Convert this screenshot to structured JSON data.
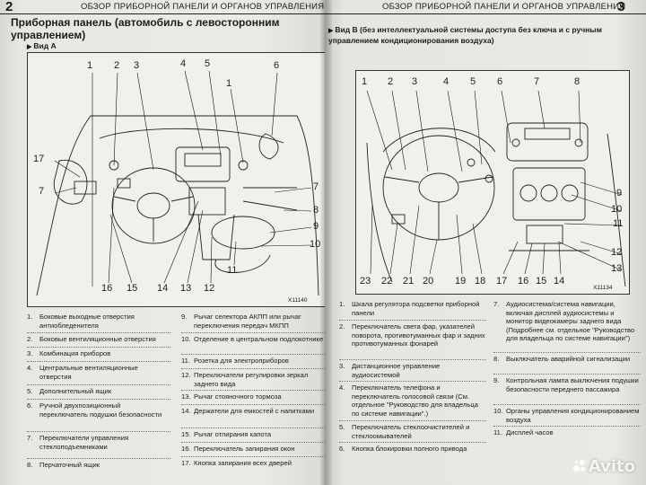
{
  "left_page": {
    "page_number": "2",
    "header": "ОБЗОР ПРИБОРНОЙ ПАНЕЛИ И ОРГАНОВ УПРАВЛЕНИЯ",
    "title": "Приборная панель (автомобиль с левосторонним управлением)",
    "view_label": "Вид А",
    "diagram_code": "X11140",
    "callouts": [
      "1",
      "2",
      "3",
      "4",
      "5",
      "1",
      "6",
      "17",
      "7",
      "16",
      "15",
      "14",
      "13",
      "12",
      "11",
      "7",
      "8",
      "9",
      "10"
    ],
    "items": [
      {
        "num": "1.",
        "text": "Боковые выходные отверстия антиобледенителя"
      },
      {
        "num": "2.",
        "text": "Боковые вентиляционные отверстия"
      },
      {
        "num": "3.",
        "text": "Комбинация приборов"
      },
      {
        "num": "4.",
        "text": "Центральные вентиляционные отверстия"
      },
      {
        "num": "5.",
        "text": "Дополнительный ящик"
      },
      {
        "num": "6.",
        "text": "Ручной двухпозиционный переключатель подушки безопасности"
      },
      {
        "num": "7.",
        "text": "Переключатели управления стеклоподъемниками"
      },
      {
        "num": "8.",
        "text": "Перчаточный ящик"
      },
      {
        "num": "9.",
        "text": "Рычаг селектора АКПП или рычаг переключения передач МКПП"
      },
      {
        "num": "10.",
        "text": "Отделение в центральном подлокотнике"
      },
      {
        "num": "11.",
        "text": "Розетка для электроприборов"
      },
      {
        "num": "12.",
        "text": "Переключатели регулировки зеркал заднего вида"
      },
      {
        "num": "13.",
        "text": "Рычаг стояночного тормоза"
      },
      {
        "num": "14.",
        "text": "Держатели для емкостей с напитками"
      },
      {
        "num": "15.",
        "text": "Рычаг отпирания капота"
      },
      {
        "num": "16.",
        "text": "Переключатель запирания окон"
      },
      {
        "num": "17.",
        "text": "Кнопка запирания всех дверей"
      }
    ]
  },
  "right_page": {
    "page_number": "3",
    "header": "ОБЗОР ПРИБОРНОЙ ПАНЕЛИ И ОРГАНОВ УПРАВЛЕНИЯ",
    "view_label": "Вид В (без интеллектуальной системы доступа без ключа и с ручным управлением кондиционирования воздуха)",
    "diagram_code": "X11134",
    "callouts": [
      "1",
      "2",
      "3",
      "4",
      "5",
      "6",
      "7",
      "8",
      "9",
      "10",
      "11",
      "12",
      "13",
      "23",
      "22",
      "21",
      "20",
      "19",
      "18",
      "17",
      "16",
      "15",
      "14"
    ],
    "items": [
      {
        "num": "1.",
        "text": "Шкала регулятора подсветки приборной панели"
      },
      {
        "num": "2.",
        "text": "Переключатель света фар, указателей поворота, противотуманных фар и задних противотуманных фонарей"
      },
      {
        "num": "3.",
        "text": "Дистанционное управление аудиосистемой"
      },
      {
        "num": "4.",
        "text": "Переключатель телефона и переключатель голосовой связи (См. отдельное \"Руководство для владельца по системе навигации\".)"
      },
      {
        "num": "5.",
        "text": "Переключатель стеклоочистителей и стеклоомывателей"
      },
      {
        "num": "6.",
        "text": "Кнопка блокировки полного привода"
      },
      {
        "num": "7.",
        "text": "Аудиосистема/система навигации, включая дисплей аудиосистемы и монитор видеокамеры заднего вида (Подробнее см. отдельное \"Руководство для владельца по системе навигации\")"
      },
      {
        "num": "8.",
        "text": "Выключатель аварийной сигнализации"
      },
      {
        "num": "9.",
        "text": "Контрольная лампа выключения подушки безопасности переднего пассажира"
      },
      {
        "num": "10.",
        "text": "Органы управления кондиционированием воздуха"
      },
      {
        "num": "11.",
        "text": "Дисплей часов"
      }
    ]
  },
  "watermark": "Avito"
}
